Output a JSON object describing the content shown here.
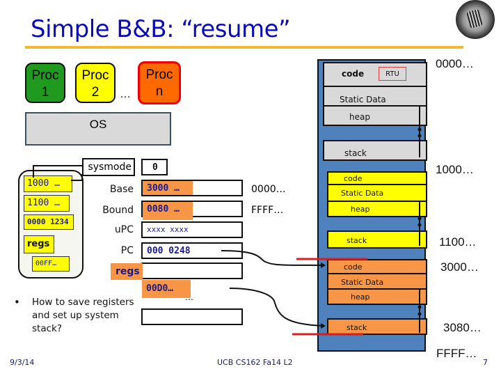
{
  "slide": {
    "title": "Simple B&B: “resume”",
    "logo": "uc-berkeley-seal-icon"
  },
  "processes": [
    {
      "label_line1": "Proc",
      "label_line2": "1",
      "color": "#1f9a1f"
    },
    {
      "label_line1": "Proc",
      "label_line2": "2",
      "color": "#ffff00"
    },
    {
      "label_line1": "Proc",
      "label_line2": "n",
      "color": "#ff6a00"
    }
  ],
  "processes_ellipsis": "…",
  "os_label": "OS",
  "tcb": {
    "entries": [
      "1000 …",
      "1100 …",
      "0000 1234",
      "regs",
      "00FF…"
    ]
  },
  "cpu_registers": {
    "sysmode": {
      "label": "sysmode",
      "value": "0"
    },
    "base": {
      "label": "Base",
      "value": "3000 …",
      "range_label": "0000…"
    },
    "bound": {
      "label": "Bound",
      "value": "0080 …",
      "range_label": "FFFF…"
    },
    "upc": {
      "label": "uPC",
      "value": "xxxx xxxx"
    },
    "pc": {
      "label": "PC",
      "value": "000 0248"
    },
    "regs": {
      "label": "regs",
      "value": "00D0…",
      "ellipsis": "…"
    }
  },
  "memory": {
    "os_region": {
      "segments": [
        "code",
        "Static Data",
        "heap",
        "stack"
      ],
      "badge": "RTU",
      "start_addr": "0000…"
    },
    "proc1_region": {
      "segments": [
        "code",
        "Static Data",
        "heap",
        "stack"
      ],
      "start_addr": "1000…",
      "end_addr": "1100…"
    },
    "proc2_region": {
      "segments": [
        "code",
        "Static Data",
        "heap",
        "stack"
      ],
      "start_addr": "3000…",
      "end_addr": "3080…"
    },
    "end_addr": "FFFF…"
  },
  "bullet": {
    "marker": "•",
    "text": "How to save registers and set up system stack?"
  },
  "footer": {
    "date": "9/3/14",
    "course": "UCB CS162 Fa14 L2",
    "page": "7"
  }
}
